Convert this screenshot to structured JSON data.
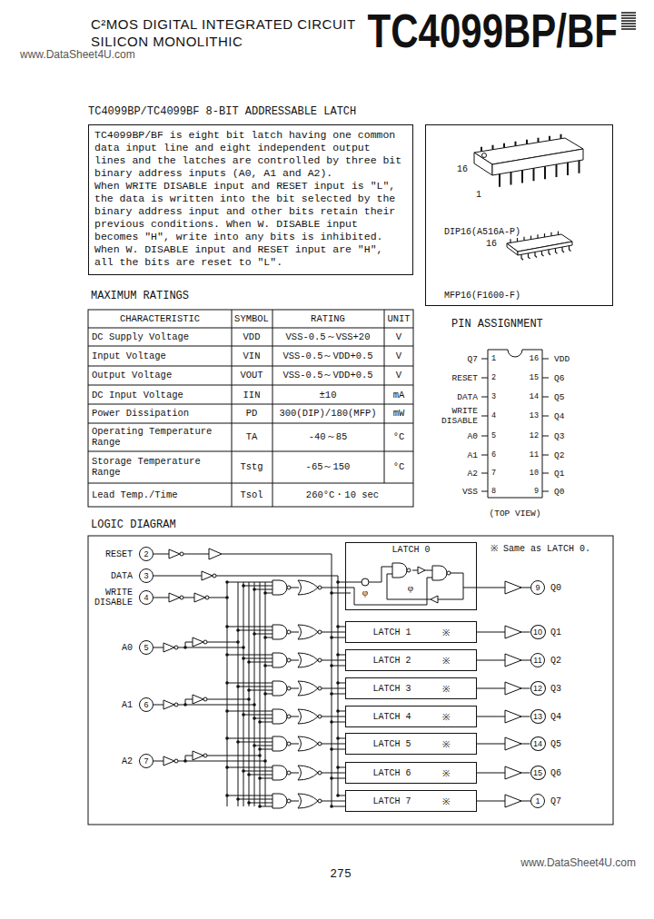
{
  "diagram": {
    "title": "TC4099BP/BF",
    "nodes": [
      {
        "text": [
          "TC4099BP/TC4099BF 8-BIT ADDRESSABLE LATCH",
          "TC4099BP/BF is eight bit latch having one common data input line and eight independent output lines and the latches are controlled by three bit binary address inputs (A0, A1 and A2).",
          "When WRITE DISABLE input and RESET input is \"L\", the data is written into the bit selected by the binary address input and other bits retain their previous conditions. When W. DISABLE input becomes \"H\", write into any bits is inhibited. When W. DISABLE input and RESET input are \"H\", all the bits are reset to \"L\"."
        ]
      },
      {
        "text": [
          "DIP16(A516A-P)",
          "MFP16(F1600-F)"
        ]
      },
      {
        "text": [
          "2"
        ]
      },
      {
        "text": [
          "3"
        ]
      },
      {
        "text": [
          "4"
        ]
      },
      {
        "text": [
          "5"
        ]
      },
      {
        "text": [
          "6"
        ]
      },
      {
        "text": [
          "7"
        ]
      },
      {
        "text": [
          "LATCH 0"
        ]
      },
      {
        "text": [
          "LATCH 1",
          "※"
        ]
      },
      {
        "text": [
          "LATCH 2",
          "※"
        ]
      },
      {
        "text": [
          "LATCH 3",
          "※"
        ]
      },
      {
        "text": [
          "LATCH 4",
          "※"
        ]
      },
      {
        "text": [
          "LATCH 5",
          "※"
        ]
      },
      {
        "text": [
          "LATCH 6",
          "※"
        ]
      },
      {
        "text": [
          "LATCH 7",
          "※"
        ]
      },
      {
        "text": [
          "9"
        ]
      },
      {
        "text": [
          "10"
        ]
      },
      {
        "text": [
          "11"
        ]
      },
      {
        "text": [
          "12"
        ]
      },
      {
        "text": [
          "13"
        ]
      },
      {
        "text": [
          "14"
        ]
      },
      {
        "text": [
          "15"
        ]
      },
      {
        "text": [
          "1"
        ]
      }
    ],
    "edges": [
      {
        "from": 8,
        "to": 16,
        "arrow": "none"
      },
      {
        "from": 9,
        "to": 17,
        "arrow": "none"
      },
      {
        "from": 10,
        "to": 18,
        "arrow": "none"
      },
      {
        "from": 11,
        "to": 19,
        "arrow": "none"
      },
      {
        "from": 12,
        "to": 20,
        "arrow": "none"
      },
      {
        "from": 13,
        "to": 21,
        "arrow": "none"
      },
      {
        "from": 14,
        "to": 22,
        "arrow": "none"
      },
      {
        "from": 15,
        "to": 23,
        "arrow": "none"
      }
    ],
    "labels": [
      "C²MOS DIGITAL INTEGRATED CIRCUIT",
      "SILICON MONOLITHIC",
      "www.DataSheet4U.com",
      "MAXIMUM RATINGS",
      "CHARACTERISTIC",
      "SYMBOL",
      "RATING",
      "UNIT",
      "DC Supply Voltage",
      "VDD",
      "VSS-0.5～VSS+20",
      "V",
      "Input Voltage",
      "VIN",
      "VSS-0.5～VDD+0.5",
      "V",
      "Output Voltage",
      "VOUT",
      "VSS-0.5～VDD+0.5",
      "V",
      "DC Input Voltage",
      "IIN",
      "±10",
      "mA",
      "Power Dissipation",
      "PD",
      "300(DIP)/180(MFP)",
      "mW",
      "Operating Temperature Range",
      "TA",
      "-40～85",
      "°C",
      "Storage Temperature Range",
      "Tstg",
      "-65～150",
      "°C",
      "Lead Temp./Time",
      "Tsol",
      "260°C・10 sec",
      "16",
      "1",
      "16",
      "PIN ASSIGNMENT",
      "Q7",
      "1",
      "RESET",
      "2",
      "DATA",
      "3",
      "WRITE DISABLE",
      "4",
      "A0",
      "5",
      "A1",
      "6",
      "A2",
      "7",
      "VSS",
      "8",
      "16",
      "VDD",
      "15",
      "Q6",
      "14",
      "Q5",
      "13",
      "Q4",
      "12",
      "Q3",
      "11",
      "Q2",
      "10",
      "Q1",
      "9",
      "Q0",
      "(TOP VIEW)",
      "LOGIC DIAGRAM",
      "RESET",
      "DATA",
      "WRITE DISABLE",
      "A0",
      "A1",
      "A2",
      "※ Same as LATCH 0.",
      "φ",
      "φ",
      "Q0",
      "Q1",
      "Q2",
      "Q3",
      "Q4",
      "Q5",
      "Q6",
      "Q7",
      "275",
      "www.DataSheet4U.com"
    ]
  }
}
